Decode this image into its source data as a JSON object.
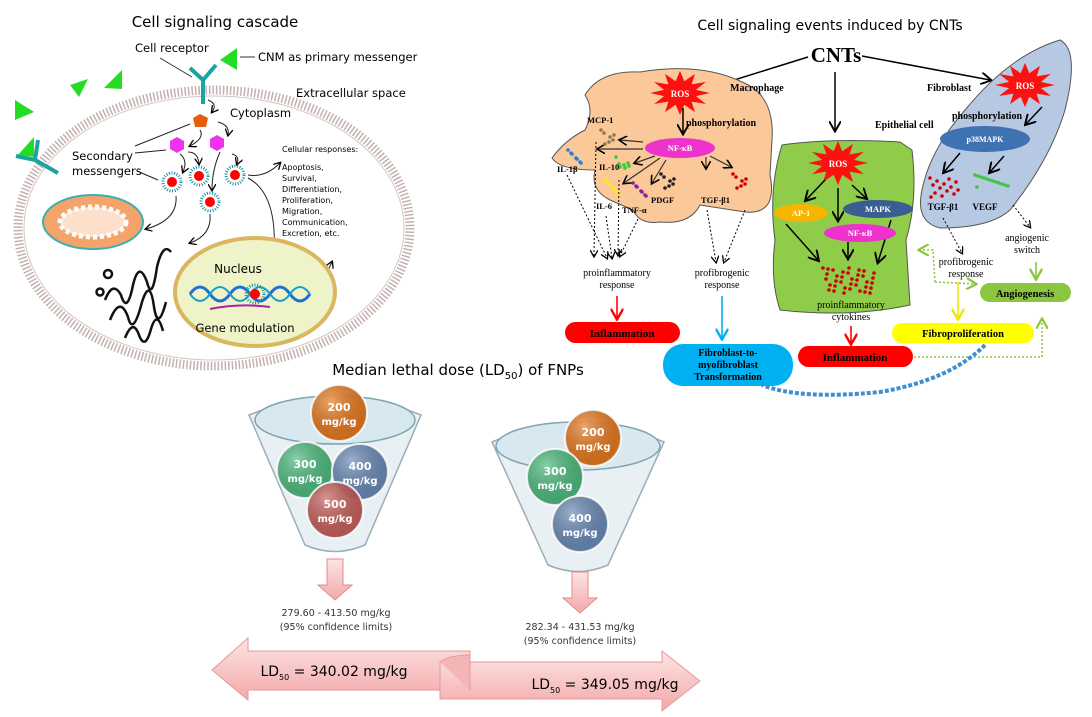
{
  "left_panel": {
    "title": "Cell signaling cascade",
    "cell_receptor": "Cell receptor",
    "primary_messenger": "CNM as primary messenger",
    "extracellular": "Extracellular space",
    "cytoplasm": "Cytoplasm",
    "secondary_1": "Secondary",
    "secondary_2": "messengers",
    "responses_title": "Cellular responses:",
    "responses": [
      "Apoptosis,",
      "Survival,",
      "Differentiation,",
      "Proliferation,",
      "Migration,",
      "Communication,",
      "Excretion, etc."
    ],
    "nucleus": "Nucleus",
    "gene_modulation": "Gene modulation"
  },
  "right_panel": {
    "title": "Cell signaling events induced by CNTs",
    "cnts": "CNTs",
    "macrophage": {
      "label": "Macrophage",
      "ros": "ROS",
      "phosphorylation": "phosphorylation",
      "nfkb": "NF-κB",
      "mcp1": "MCP-1",
      "il1b": "IL-1β",
      "il10": "IL-10",
      "il6": "IL-6",
      "tnfa": "TNF-α",
      "pdgf": "PDGF",
      "tgfb1": "TGF-β1",
      "proinflammatory_1": "proinflammatory",
      "proinflammatory_2": "response",
      "profibrogenic_1": "profibrogenic",
      "profibrogenic_2": "response",
      "inflammation": "Inflammation",
      "fmt_1": "Fibroblast-to-",
      "fmt_2": "myofibroblast",
      "fmt_3": "Transformation"
    },
    "epithelial": {
      "label": "Epithelial cell",
      "ros": "ROS",
      "ap1": "AP-1",
      "mapk": "MAPK",
      "nfkb": "NF-κB",
      "cytokines_1": "proinflammatory",
      "cytokines_2": "cytokines",
      "inflammation": "Inflammation"
    },
    "fibroblast": {
      "label": "Fibroblast",
      "ros": "ROS",
      "phosphorylation": "phosphorylation",
      "p38": "p38MAPK",
      "tgfb1": "TGF-β1",
      "vegf": "VEGF",
      "profibrogenic_1": "profibrogenic",
      "profibrogenic_2": "response",
      "angiogenic_1": "angiogenic",
      "angiogenic_2": "switch",
      "angiogenesis": "Angiogenesis",
      "fibroproliferation": "Fibroproliferation"
    },
    "colors": {
      "ros": "#ff1010",
      "nfkb": "#ee33cc",
      "macrophage": "#fbc89a",
      "epithelial": "#8fcc4a",
      "fibroblast": "#b7c9e2",
      "fmt": "#00b0f0",
      "fibroproliferation": "#ffff00",
      "angiogenesis": "#8cc63f"
    }
  },
  "bottom_panel": {
    "title_pre": "Median lethal dose (LD",
    "title_sub": "50",
    "title_post": ") of FNPs",
    "funnel_1": {
      "doses": [
        {
          "value": "200",
          "unit": "mg/kg",
          "color": "#e36c09"
        },
        {
          "value": "300",
          "unit": "mg/kg",
          "color": "#3cb371"
        },
        {
          "value": "400",
          "unit": "mg/kg",
          "color": "#5b7fae"
        },
        {
          "value": "500",
          "unit": "mg/kg",
          "color": "#c0504d"
        }
      ],
      "range": "279.60 - 413.50 mg/kg",
      "confidence": "(95% confidence limits)",
      "ld_pre": "LD",
      "ld_sub": "50",
      "ld_post": " = 340.02 mg/kg"
    },
    "funnel_2": {
      "doses": [
        {
          "value": "200",
          "unit": "mg/kg",
          "color": "#e36c09"
        },
        {
          "value": "300",
          "unit": "mg/kg",
          "color": "#3cb371"
        },
        {
          "value": "400",
          "unit": "mg/kg",
          "color": "#5b7fae"
        }
      ],
      "range": "282.34 - 431.53 mg/kg",
      "confidence": "(95% confidence limits)",
      "ld_pre": "LD",
      "ld_sub": "50",
      "ld_post": " = 349.05 mg/kg"
    }
  }
}
